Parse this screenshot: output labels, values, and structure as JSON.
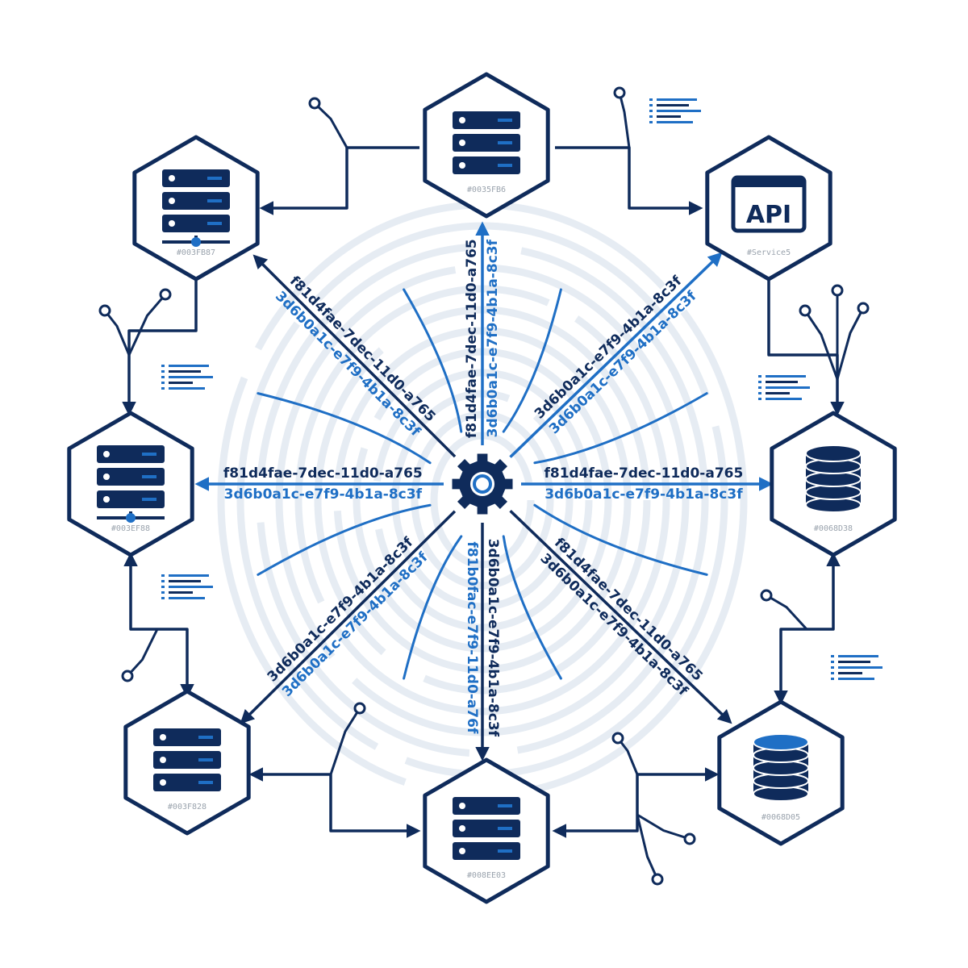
{
  "colors": {
    "navy": "#0f2b5b",
    "blue": "#1f6fc5",
    "background_pattern": "#e6ecf3",
    "node_label": "#9aa3ad"
  },
  "hub": {
    "icon": "gear-icon"
  },
  "nodes": [
    {
      "id": "top",
      "icon": "server-icon",
      "label": "#0035FB6"
    },
    {
      "id": "top-left",
      "icon": "server-network-icon",
      "label": "#003FB87"
    },
    {
      "id": "top-right",
      "icon": "api-window-icon",
      "label": "#Service5",
      "icon_text": "API"
    },
    {
      "id": "left",
      "icon": "server-network-icon",
      "label": "#003EF88"
    },
    {
      "id": "right",
      "icon": "database-icon",
      "label": "#0068D38"
    },
    {
      "id": "bottom-left",
      "icon": "server-icon",
      "label": "#003F828"
    },
    {
      "id": "bottom",
      "icon": "server-icon",
      "label": "#008EE03"
    },
    {
      "id": "bottom-right",
      "icon": "database-icon",
      "label": "#0068D05"
    }
  ],
  "spokes": [
    {
      "target": "top",
      "labels": [
        {
          "text": "f81d4fae-7dec-11d0-a765",
          "color": "navy"
        },
        {
          "text": "3d6b0a1c-e7f9-4b1a-8c3f",
          "color": "blue"
        }
      ]
    },
    {
      "target": "top-left",
      "labels": [
        {
          "text": "f81d4fae-7dec-11d0-a765",
          "color": "navy"
        },
        {
          "text": "3d6b0a1c-e7f9-4b1a-8c3f",
          "color": "blue"
        }
      ]
    },
    {
      "target": "top-right",
      "labels": [
        {
          "text": "3d6b0a1c-e7f9-4b1a-8c3f",
          "color": "navy"
        },
        {
          "text": "3d6b0a1c-e7f9-4b1a-8c3f",
          "color": "blue"
        }
      ]
    },
    {
      "target": "left",
      "labels": [
        {
          "text": "f81d4fae-7dec-11d0-a765",
          "color": "navy"
        },
        {
          "text": "3d6b0a1c-e7f9-4b1a-8c3f",
          "color": "blue"
        }
      ]
    },
    {
      "target": "right",
      "labels": [
        {
          "text": "f81d4fae-7dec-11d0-a765",
          "color": "navy"
        },
        {
          "text": "3d6b0a1c-e7f9-4b1a-8c3f",
          "color": "blue"
        }
      ]
    },
    {
      "target": "bottom-left",
      "labels": [
        {
          "text": "3d6b0a1c-e7f9-4b1a-8c3f",
          "color": "navy"
        },
        {
          "text": "3d6b0a1c-e7f9-4b1a-8c3f",
          "color": "blue"
        }
      ]
    },
    {
      "target": "bottom",
      "labels": [
        {
          "text": "3d6b0a1c-e7f9-4b1a-8c3f",
          "color": "navy"
        },
        {
          "text": "f81b0fac-e7f9-11d0-a76f",
          "color": "blue"
        }
      ]
    },
    {
      "target": "bottom-right",
      "labels": [
        {
          "text": "f81d4fae-7dec-11d0-a765",
          "color": "navy"
        },
        {
          "text": "3d6b0a1c-e7f9-4b1a-8c3f",
          "color": "navy"
        }
      ]
    }
  ]
}
